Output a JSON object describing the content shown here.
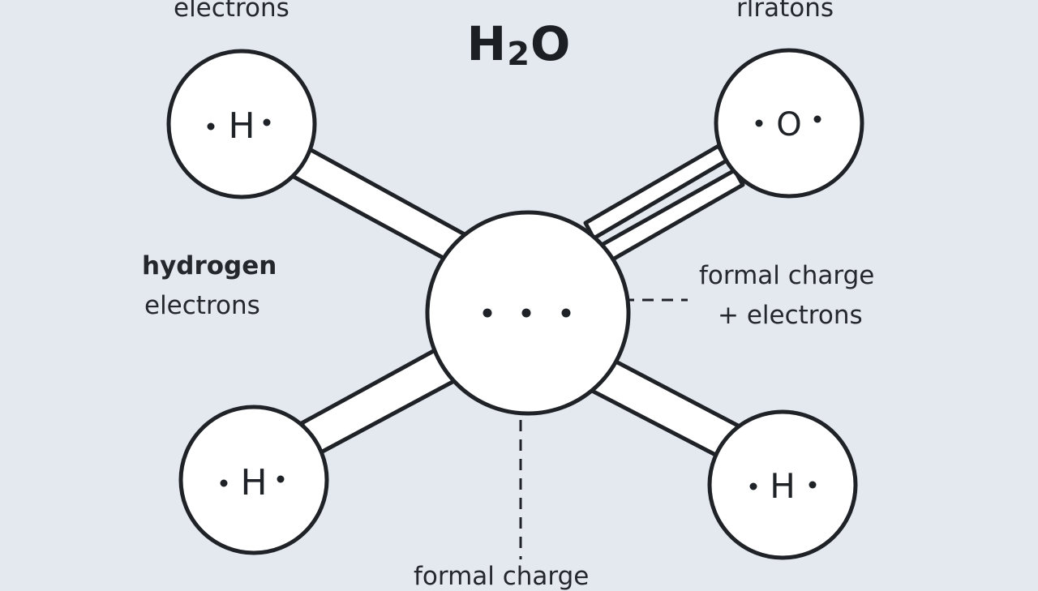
{
  "title": {
    "main": "H",
    "subscript": "2",
    "rest": "O"
  },
  "labels": {
    "top_left": "electrons",
    "top_right": "rlratons",
    "left_bold": "hydrogen",
    "left_plain": "electrons",
    "right_line1": "formal charge",
    "right_line2": "+ electrons",
    "bottom": "formal charge"
  },
  "atoms": [
    {
      "id": "atom-top-left",
      "symbol": "H"
    },
    {
      "id": "atom-top-right",
      "symbol": "O"
    },
    {
      "id": "atom-bottom-left",
      "symbol": "H"
    },
    {
      "id": "atom-bottom-right",
      "symbol": "H"
    },
    {
      "id": "atom-center",
      "symbol": ""
    }
  ],
  "colors": {
    "background": "#e4e9f0",
    "stroke": "#1f2327",
    "fill": "#ffffff"
  }
}
